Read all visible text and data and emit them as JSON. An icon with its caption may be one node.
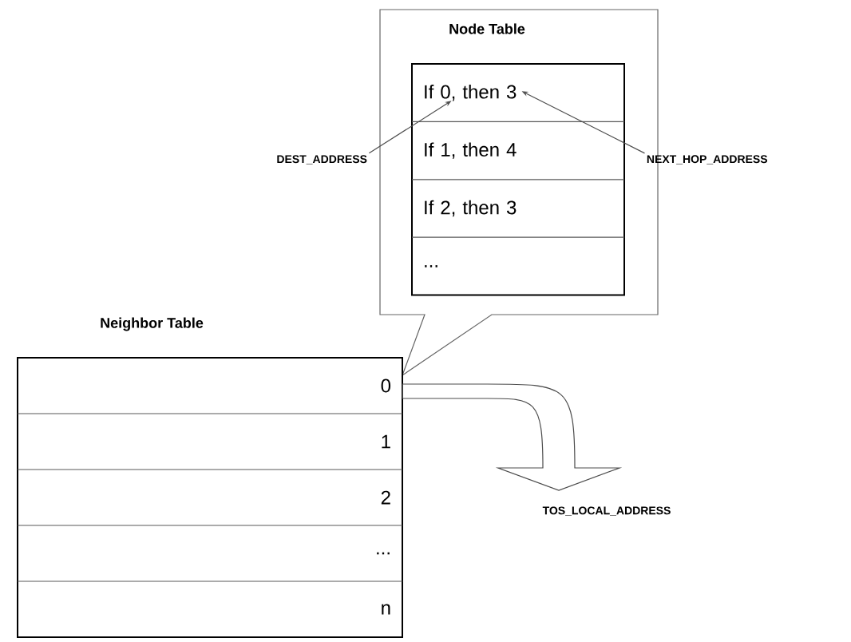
{
  "diagram": {
    "nodes": [
      {
        "text": [
          "Node Table"
        ]
      },
      {
        "text": [
          "If 0, then 3"
        ],
        "in": 0
      },
      {
        "text": [
          "If 1, then 4"
        ],
        "in": 0
      },
      {
        "text": [
          "If 2, then 3"
        ],
        "in": 0
      },
      {
        "text": [
          "..."
        ],
        "in": 0
      },
      {
        "text": [
          "DEST_ADDRESS"
        ]
      },
      {
        "text": [
          "NEXT_HOP_ADDRESS"
        ]
      },
      {
        "text": [
          "Neighbor Table"
        ]
      },
      {
        "text": [
          "0"
        ],
        "in": 7
      },
      {
        "text": [
          "1"
        ],
        "in": 7
      },
      {
        "text": [
          "2"
        ],
        "in": 7
      },
      {
        "text": [
          "..."
        ],
        "in": 7
      },
      {
        "text": [
          "n"
        ],
        "in": 7
      },
      {
        "text": [
          "TOS_LOCAL_ADDRESS"
        ]
      }
    ],
    "edges": [
      {
        "from": 5,
        "to": 1,
        "arrow": "to"
      },
      {
        "from": 6,
        "to": 1,
        "arrow": "to"
      },
      {
        "from": 8,
        "to": 13,
        "arrow": "to",
        "style": "thick"
      }
    ]
  }
}
